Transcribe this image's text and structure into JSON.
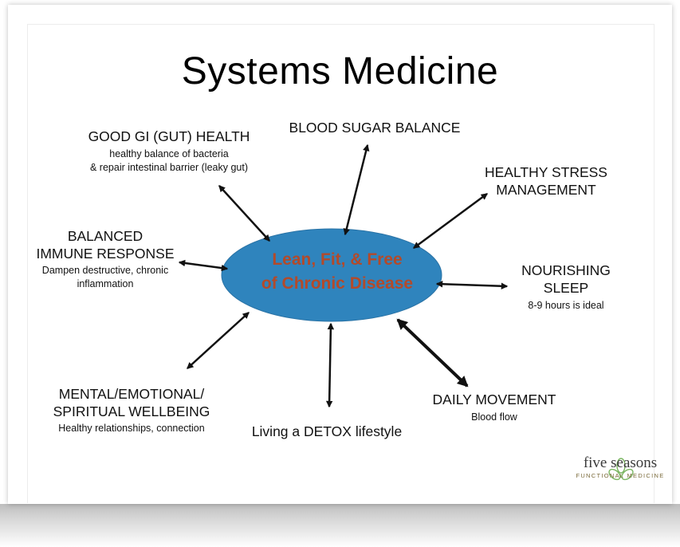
{
  "title": "Systems Medicine",
  "center": {
    "line1": "Lean, Fit, & Free",
    "line2": "of Chronic Disease"
  },
  "nodes": {
    "gut": {
      "heading": "GOOD GI (GUT) HEALTH",
      "sub1": "healthy balance of bacteria",
      "sub2": "& repair intestinal barrier (leaky gut)"
    },
    "blood_sugar": {
      "heading": "BLOOD SUGAR BALANCE"
    },
    "stress": {
      "heading1": "HEALTHY STRESS",
      "heading2": "MANAGEMENT"
    },
    "immune": {
      "heading1": "BALANCED",
      "heading2": "IMMUNE RESPONSE",
      "sub1": "Dampen destructive, chronic",
      "sub2": "inflammation"
    },
    "sleep": {
      "heading1": "NOURISHING",
      "heading2": "SLEEP",
      "sub": "8-9 hours is ideal"
    },
    "mental": {
      "heading1": "MENTAL/EMOTIONAL/",
      "heading2": "SPIRITUAL WELLBEING",
      "sub": "Healthy relationships, connection"
    },
    "detox": {
      "heading": "Living a DETOX lifestyle"
    },
    "movement": {
      "heading": "DAILY MOVEMENT",
      "sub": "Blood flow"
    }
  },
  "logo": {
    "name": "five seasons",
    "tagline": "FUNCTIONAL MEDICINE"
  },
  "colors": {
    "ellipse_fill": "#2f84bd",
    "center_text": "#b34a2a",
    "arrow": "#111111",
    "logo_leaf": "#7bb661"
  }
}
